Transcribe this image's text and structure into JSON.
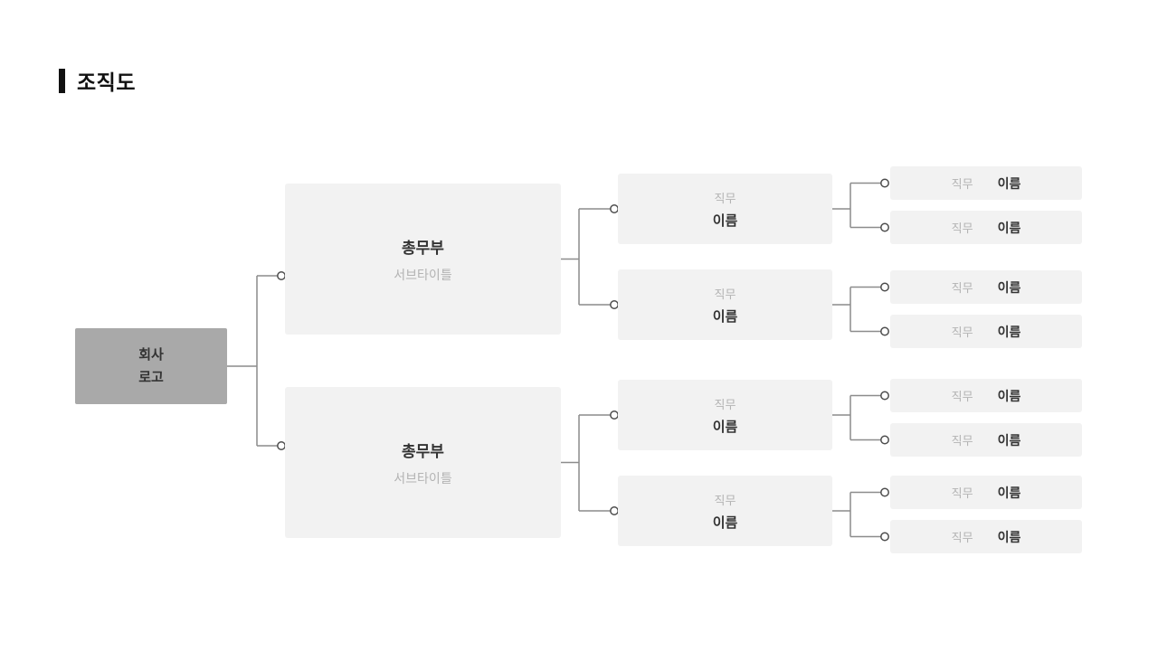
{
  "page": {
    "title": "조직도"
  },
  "root": {
    "line1": "회사",
    "line2": "로고"
  },
  "departments": [
    {
      "name": "총무부",
      "subtitle": "서브타이틀",
      "teams": [
        {
          "role": "직무",
          "name": "이름",
          "members": [
            {
              "role": "직무",
              "name": "이름"
            },
            {
              "role": "직무",
              "name": "이름"
            }
          ]
        },
        {
          "role": "직무",
          "name": "이름",
          "members": [
            {
              "role": "직무",
              "name": "이름"
            },
            {
              "role": "직무",
              "name": "이름"
            }
          ]
        }
      ]
    },
    {
      "name": "총무부",
      "subtitle": "서브타이틀",
      "teams": [
        {
          "role": "직무",
          "name": "이름",
          "members": [
            {
              "role": "직무",
              "name": "이름"
            },
            {
              "role": "직무",
              "name": "이름"
            }
          ]
        },
        {
          "role": "직무",
          "name": "이름",
          "members": [
            {
              "role": "직무",
              "name": "이름"
            },
            {
              "role": "직무",
              "name": "이름"
            }
          ]
        }
      ]
    }
  ],
  "colors": {
    "root_box_bg": "#a9a9a9",
    "node_box_bg": "#f2f2f2",
    "text_dark": "#333333",
    "text_muted": "#b3b3b3",
    "line": "#8c8c8c"
  }
}
